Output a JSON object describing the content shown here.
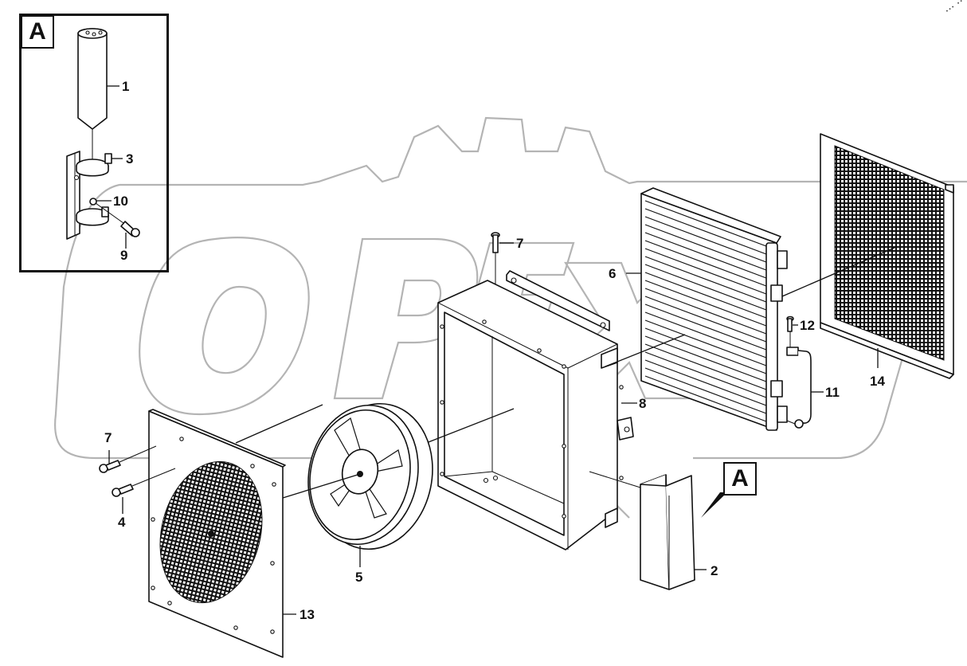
{
  "diagram": {
    "type": "exploded-parts-diagram",
    "subject": "Air conditioning condenser, fan and receiver-drier assembly",
    "watermark": "OPEX",
    "corner_mark": "••• ••"
  },
  "detail_view": {
    "label": "A",
    "callouts": [
      {
        "id": "1",
        "label": "1",
        "part": "receiver-drier"
      },
      {
        "id": "3",
        "label": "3",
        "part": "clamp"
      },
      {
        "id": "10",
        "label": "10",
        "part": "nut"
      },
      {
        "id": "9",
        "label": "9",
        "part": "bolt"
      }
    ]
  },
  "main_view": {
    "reference_marker": "A",
    "callouts": [
      {
        "id": "7a",
        "label": "7",
        "part": "bolt"
      },
      {
        "id": "6",
        "label": "6",
        "part": "condenser"
      },
      {
        "id": "12",
        "label": "12",
        "part": "bolt"
      },
      {
        "id": "14",
        "label": "14",
        "part": "mesh grille"
      },
      {
        "id": "8",
        "label": "8",
        "part": "shroud housing"
      },
      {
        "id": "11",
        "label": "11",
        "part": "pipe"
      },
      {
        "id": "7b",
        "label": "7",
        "part": "bolt"
      },
      {
        "id": "4",
        "label": "4",
        "part": "bolt"
      },
      {
        "id": "5",
        "label": "5",
        "part": "fan"
      },
      {
        "id": "13",
        "label": "13",
        "part": "fan guard plate"
      },
      {
        "id": "2",
        "label": "2",
        "part": "cover bracket"
      }
    ]
  }
}
